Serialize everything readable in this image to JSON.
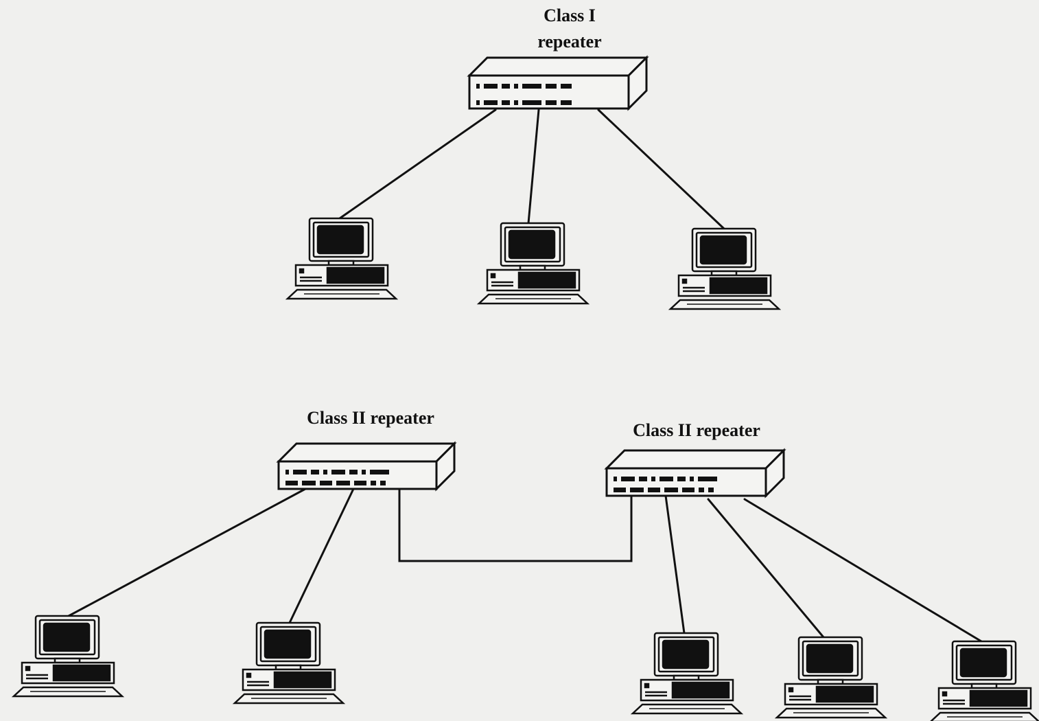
{
  "labels": {
    "class1_line1": "Class I",
    "class1_line2": "repeater",
    "class2_left": "Class II repeater",
    "class2_right": "Class II repeater"
  },
  "colors": {
    "background": "#f0f0ee",
    "ink": "#111111",
    "paper": "#f4f4f2"
  }
}
